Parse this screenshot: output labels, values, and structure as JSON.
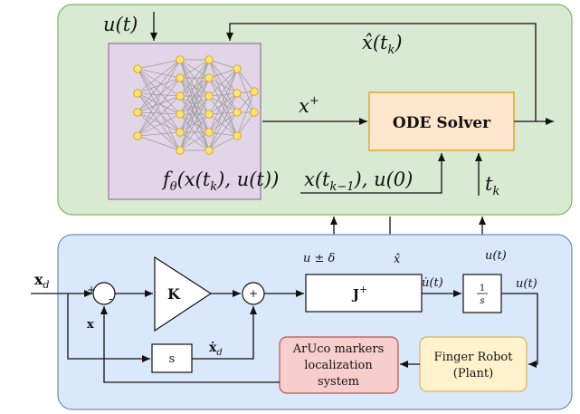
{
  "top_panel": {
    "input_label": "u(t)",
    "feedback_label": "x̂(t",
    "feedback_sub": "k",
    "feedback_close": ")",
    "xplus_base": "x",
    "xplus_sup": "+",
    "nn_fn_f": "f",
    "nn_fn_sub": "θ",
    "nn_fn_args_1": "(x(t",
    "nn_fn_args_sub": "k",
    "nn_fn_args_2": "), u(t))",
    "ode_solver": "ODE Solver",
    "ode_in_1": "x(t",
    "ode_in_sub": "k−1",
    "ode_in_2": "), u(0)",
    "tk_base": "t",
    "tk_sub": "k"
  },
  "bottom_panel": {
    "xd_base": "x",
    "xd_sub": "d",
    "sum1_plus": "+",
    "sum1_minus": "-",
    "gain_K": "K",
    "sum2_plus": "+",
    "jacobian_base": "J",
    "jacobian_sup": "+",
    "integrator_num": "1",
    "integrator_den": "s",
    "x_label": "x",
    "s_block": "s",
    "xdot_d_base": "ẋ",
    "xdot_d_sub": "d",
    "u_pm_delta": "u ± δ",
    "xhat": "x̂",
    "udot": "u̇(t)",
    "u_t_a": "u(t)",
    "u_t_b": "u(t)",
    "aruco_line1": "ArUco markers",
    "aruco_line2": "localization",
    "aruco_line3": "system",
    "finger_line1": "Finger Robot",
    "finger_line2": "(Plant)"
  },
  "colors": {
    "top_panel_fill": "#d9ead3",
    "top_panel_stroke": "#82b366",
    "bottom_panel_fill": "#dae8fc",
    "bottom_panel_stroke": "#6c8ebf",
    "nn_fill": "#e1d5e7",
    "nn_stroke": "#9673a6",
    "node_fill": "#ffe27a",
    "node_stroke": "#d6a700",
    "ode_fill": "#ffe6cc",
    "ode_stroke": "#d79b00",
    "aruco_fill": "#f8cecc",
    "aruco_stroke": "#b85450",
    "finger_fill": "#fff2cc",
    "finger_stroke": "#d6b656"
  }
}
